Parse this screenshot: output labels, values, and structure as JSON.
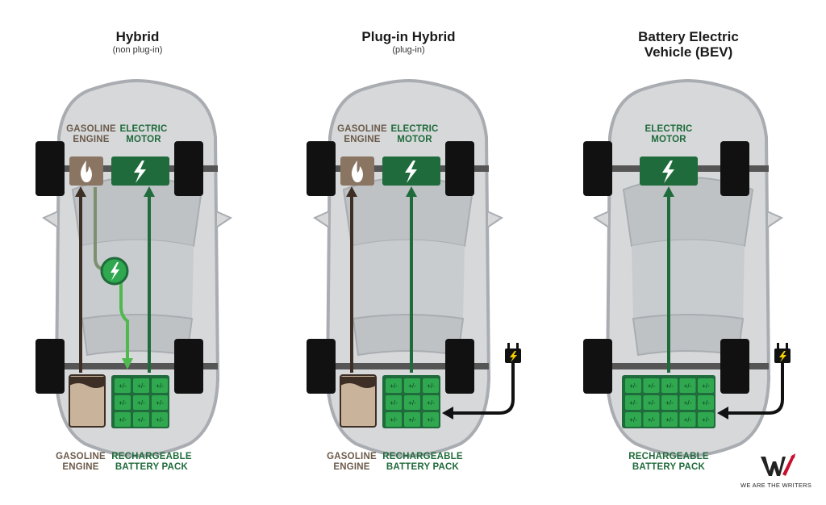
{
  "panels": [
    {
      "title": "Hybrid",
      "subtitle": "(non plug-in)",
      "top_left_label": [
        "GASOLINE",
        "ENGINE"
      ],
      "top_right_label": [
        "ELECTRIC",
        "MOTOR"
      ],
      "bottom_left_label": [
        "GASOLINE",
        "ENGINE"
      ],
      "bottom_right_label": [
        "RECHARGEABLE",
        "BATTERY PACK"
      ]
    },
    {
      "title": "Plug-in Hybrid",
      "subtitle": "(plug-in)",
      "top_left_label": [
        "GASOLINE",
        "ENGINE"
      ],
      "top_right_label": [
        "ELECTRIC",
        "MOTOR"
      ],
      "bottom_left_label": [
        "GASOLINE",
        "ENGINE"
      ],
      "bottom_right_label": [
        "RECHARGEABLE",
        "BATTERY PACK"
      ]
    },
    {
      "title_line1": "Battery Electric",
      "title_line2": "Vehicle (BEV)",
      "top_label": [
        "ELECTRIC",
        "MOTOR"
      ],
      "bottom_label": [
        "RECHARGEABLE",
        "BATTERY PACK"
      ]
    }
  ],
  "battery_cell_text": "+/-",
  "logo": {
    "text": "WE ARE THE WRITERS"
  },
  "colors": {
    "car_body": "#d6d8da",
    "car_outline": "#a9adb1",
    "wheel": "#111111",
    "engine_block": "#8a7462",
    "gas_tank": "#c9b39a",
    "motor": "#1f6b3b",
    "battery_cell": "#2fa84f",
    "generator": "#2fa84f",
    "gas_line": "#3d2f26",
    "electric_line": "#1f6b3b",
    "regen_line": "#4fb84f",
    "plug_arrow": "#111111"
  }
}
